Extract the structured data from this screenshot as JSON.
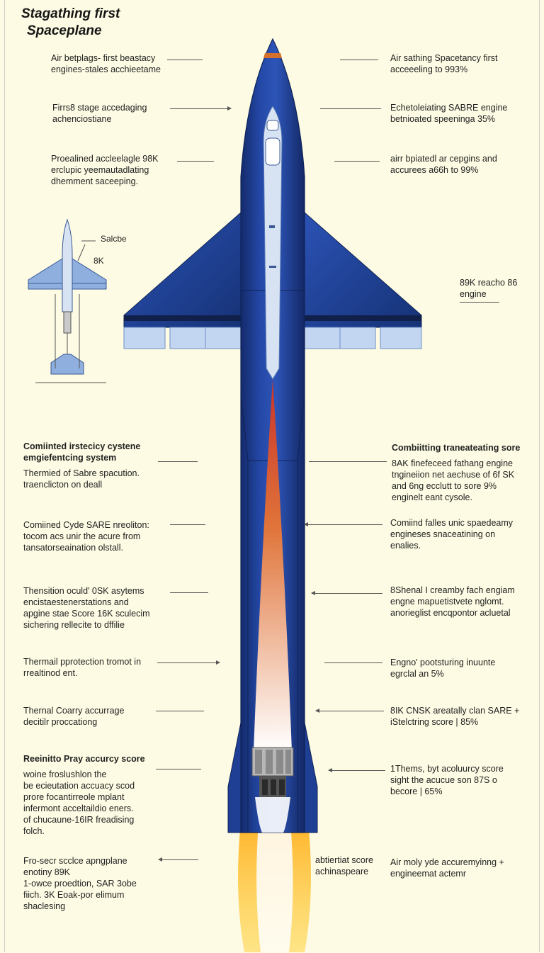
{
  "title": {
    "line1": "Stagathing first",
    "line2": "Spaceplane"
  },
  "annotations_left": [
    {
      "lines": [
        "Air betplags- first beastacy",
        "engines-stales acchieetame"
      ]
    },
    {
      "lines": [
        "Firrs8 stage accedaging",
        "achenciostiane"
      ]
    },
    {
      "lines": [
        "Proealined accleelagle 98K",
        "erclupic yeemautadlating",
        "dhemment saceeping."
      ]
    },
    {
      "heading": [
        "Comiinted irstecicy cystene",
        "emgiefentcing system"
      ],
      "lines": [
        "Thermied of Sabre spacution.",
        "traenclicton on deall"
      ]
    },
    {
      "lines": [
        "Comiined Cyde SARE nreoliton:",
        "tocom acs unir the acure from",
        "tansatorseaination olstall."
      ]
    },
    {
      "lines": [
        "Thensition oculd' 0SK asytems",
        "encistaestenerstations and",
        "apgine stae Score 16K sculecim",
        "sichering rellecite to dffilie"
      ]
    },
    {
      "lines": [
        "Thermail pprotection tromot in",
        "rrealtinod ent."
      ]
    },
    {
      "lines": [
        "Thernal Coarry accurrage",
        "decitilr proccationg"
      ]
    },
    {
      "heading": [
        "Reeinitto Pray accurcy score"
      ],
      "lines": [
        "woine froslushlon the",
        "be ecieutation accuacy scod",
        "prore focantirreole mplant",
        "infermont acceltaildio eners.",
        "of chucaune-16IR freadising",
        "folch."
      ]
    },
    {
      "lines": [
        "Fro-secr scclce apngplane",
        "enotiny 89K",
        "1-owce proedtion, SAR 3obe",
        "fiich. 3K Eoak-por elimum",
        "shaclesing"
      ]
    }
  ],
  "annotations_right": [
    {
      "lines": [
        "Air sathing Spacetancy first",
        "acceeeling to 993%"
      ]
    },
    {
      "lines": [
        "Echetoleiating SABRE engine",
        "betnioated speeninga 35%"
      ]
    },
    {
      "lines": [
        "airr bpiatedl ar cepgins and",
        "accurees a66h to 99%"
      ]
    },
    {
      "lines": [
        "89K reacho 86",
        "engine"
      ]
    },
    {
      "heading": [
        "Combiitting traneateating sore"
      ],
      "lines": [
        "8AK finefeceed fathang engine",
        "tngineiion net aechuse of 6f SK",
        "and 6ng ecclutt to sore 9%",
        "enginelt eant cysole."
      ]
    },
    {
      "lines": [
        "Comiind falles unic spaedeamy",
        "engineses snaceatining on",
        "enalies."
      ]
    },
    {
      "lines": [
        "8Shenal I creamby fach engiam",
        "engne mapuetistvete nglomt.",
        "anorieglist encqpontor acluetal"
      ]
    },
    {
      "lines": [
        "Engno' pootsturing inuunte",
        "egrclal an 5%"
      ]
    },
    {
      "lines": [
        "8IK CNSK areatally clan SARE +",
        "iStelctring score | 85%"
      ]
    },
    {
      "lines": [
        "1Thems, byt acoluurcy score",
        "sight the acucue son 87S o",
        "becore | 65%"
      ]
    },
    {
      "lines": [
        "Air moly yde accuremyinng +",
        "engineemat actemr"
      ]
    }
  ],
  "annotation_bottom_center": {
    "lines": [
      "abtiertiat score",
      "achinaspeare"
    ]
  },
  "mini_labels": {
    "top": "Salcbe",
    "bottom": "8K"
  },
  "colors": {
    "fuselage": "#1e3d8f",
    "fuselage_dark": "#162d6e",
    "cockpit_stripe": "#d7e3f3",
    "wing_panel": "#c3d6f1",
    "nose_band": "#d4702a",
    "exhaust_inner": "#ffffff",
    "exhaust_mid": "#f0801a",
    "exhaust_outer": "#ffd21a",
    "background": "#fdfbe3"
  },
  "icons": [
    "spaceplane-diagram",
    "spaceplane-mini-icon"
  ]
}
